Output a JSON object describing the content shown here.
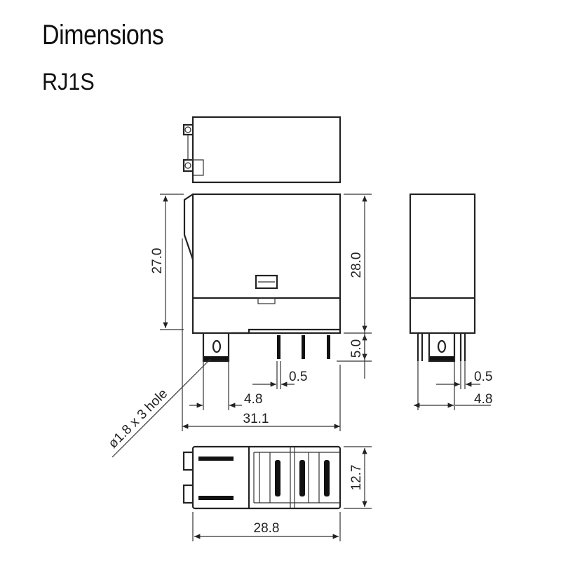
{
  "header": {
    "title": "Dimensions",
    "model": "RJ1S"
  },
  "dimensions": {
    "height_body": "27.0",
    "height_total": "28.0",
    "pin_length": "5.0",
    "pin_thickness_front": "0.5",
    "pin_pitch_front": "4.8",
    "length_front": "31.1",
    "hole_note": "ø1.8 x 3 hole",
    "pin_thickness_side": "0.5",
    "pin_pitch_side": "4.8",
    "width_bottom": "12.7",
    "length_bottom": "28.8"
  }
}
